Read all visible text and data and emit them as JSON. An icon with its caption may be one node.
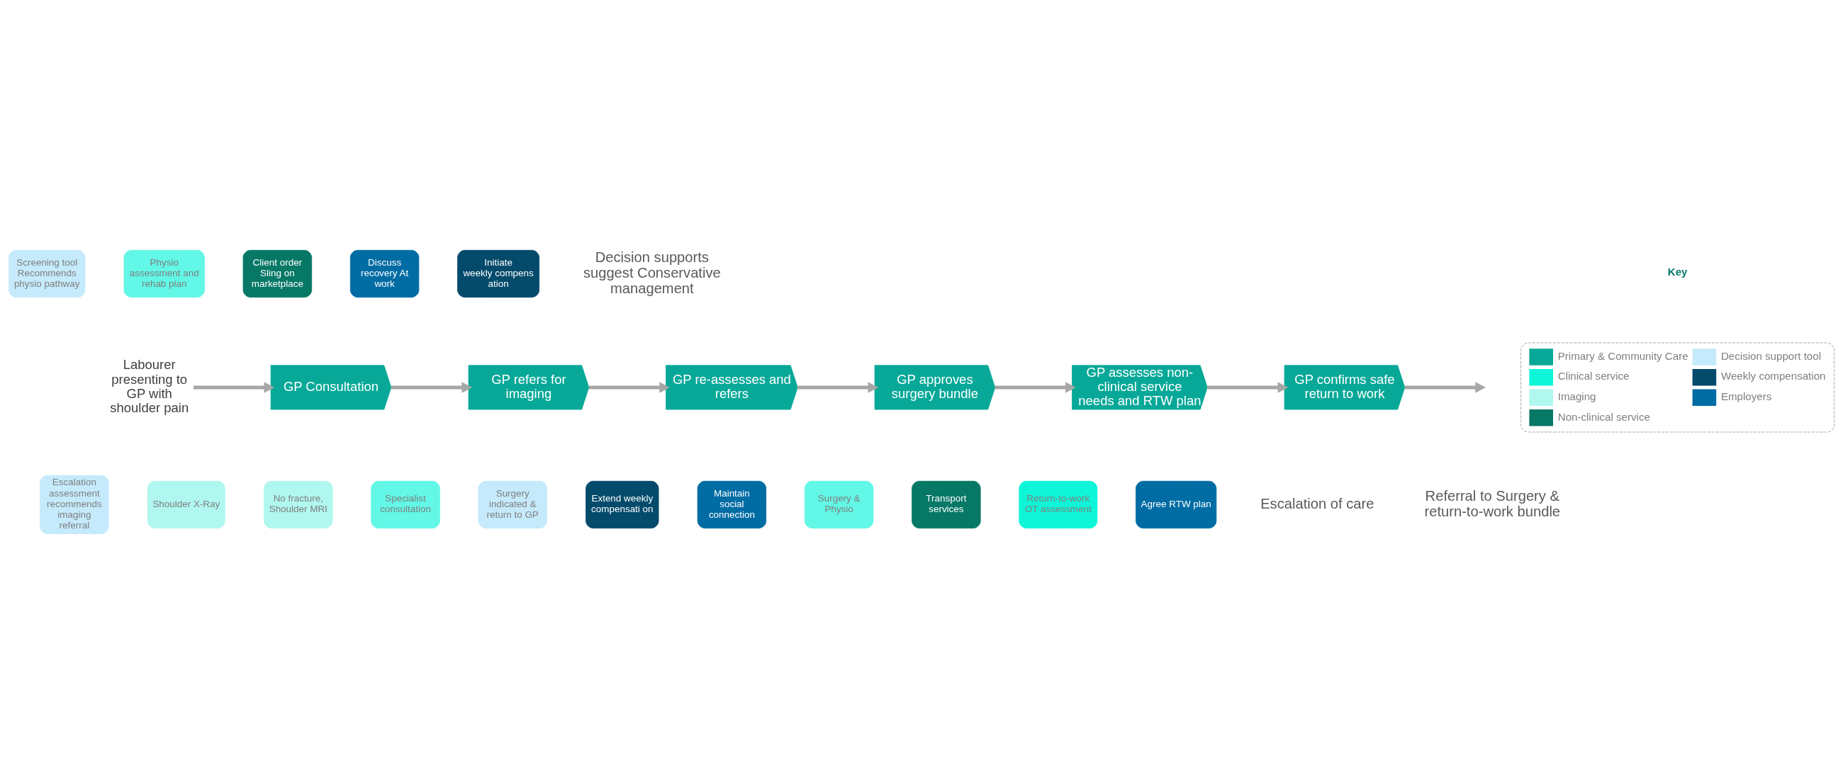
{
  "diagram": {
    "nodes": [
      {
        "text": [
          "Labourer presenting to GP with shoulder pain"
        ]
      },
      {
        "text": [
          "GP Consultation"
        ]
      },
      {
        "text": [
          "GP refers for imaging"
        ]
      },
      {
        "text": [
          "GP re-assesses and refers"
        ]
      },
      {
        "text": [
          "GP approves surgery bundle"
        ]
      },
      {
        "text": [
          "GP assesses non-clinical service needs and RTW plan"
        ]
      },
      {
        "text": [
          "GP confirms safe return to work"
        ]
      },
      {
        "text": [
          "Screening tool Recommends physio pathway"
        ]
      },
      {
        "text": [
          "Physio assessment and rehab plan"
        ]
      },
      {
        "text": [
          "Client order Sling on marketplace"
        ]
      },
      {
        "text": [
          "Discuss recovery At work"
        ]
      },
      {
        "text": [
          "Initiate weekly compens ation"
        ]
      },
      {
        "text": [
          "Escalation assessment recommends imaging referral"
        ]
      },
      {
        "text": [
          "Shoulder X-Ray"
        ]
      },
      {
        "text": [
          "No fracture, Shoulder MRI"
        ]
      },
      {
        "text": [
          "Specialist consultation"
        ]
      },
      {
        "text": [
          "Surgery indicated & return to GP"
        ]
      },
      {
        "text": [
          "Extend weekly compensati on"
        ]
      },
      {
        "text": [
          "Maintain social connection"
        ]
      },
      {
        "text": [
          "Surgery & Physio"
        ]
      },
      {
        "text": [
          "Transport services"
        ]
      },
      {
        "text": [
          "Return-to-work OT assessment"
        ]
      },
      {
        "text": [
          "Agree RTW plan"
        ]
      }
    ],
    "edges": [
      {
        "from": 0,
        "to": 1,
        "arrow": "to"
      },
      {
        "from": 1,
        "to": 2,
        "arrow": "to"
      },
      {
        "from": 2,
        "to": 3,
        "arrow": "to"
      },
      {
        "from": 3,
        "to": 4,
        "arrow": "to"
      },
      {
        "from": 4,
        "to": 5,
        "arrow": "to"
      },
      {
        "from": 5,
        "to": 6,
        "arrow": "to"
      },
      {
        "from": 6,
        "to": null,
        "arrow": "to"
      }
    ],
    "labels": [
      "Key",
      "Decision supports suggest Conservative management",
      "Escalation of care",
      "Referral to Surgery & return-to-work bundle"
    ],
    "legend": [
      {
        "text": "Primary & Community Care",
        "color": "#07a898"
      },
      {
        "text": "Decision support tool",
        "color": "#c5eafb"
      },
      {
        "text": "Clinical service",
        "color": "#0ef5d8"
      },
      {
        "text": "Weekly compensation",
        "color": "#034a6b"
      },
      {
        "text": "Imaging",
        "color": "#b0f7ef"
      },
      {
        "text": "Employers",
        "color": "#006ca4"
      },
      {
        "text": "Non-clinical service",
        "color": "#077866"
      }
    ]
  }
}
